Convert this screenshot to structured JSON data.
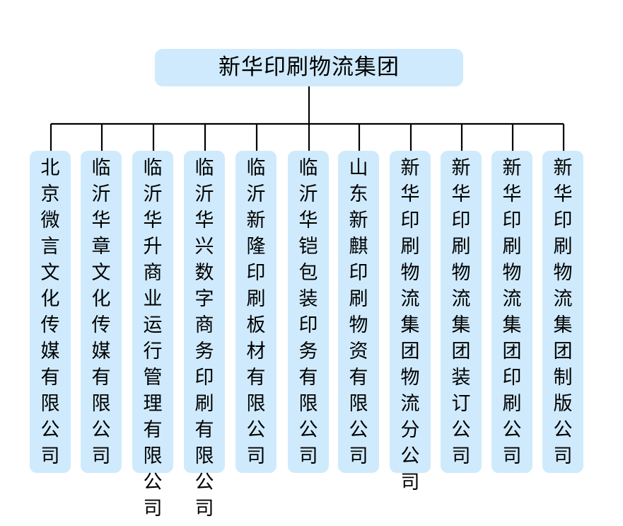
{
  "chart": {
    "type": "org-chart",
    "orientation": "top-down",
    "text_direction": "vertical-per-character",
    "node_fill_color": "#cfeafc",
    "connector_color": "#000000",
    "background_color": "#ffffff",
    "root": {
      "label": "新华印刷物流集团"
    },
    "children": [
      {
        "label": "北京微言文化传媒有限公司"
      },
      {
        "label": "临沂华章文化传媒有限公司"
      },
      {
        "label": "临沂华升商业运行管理有限公司"
      },
      {
        "label": "临沂华兴数字商务印刷有限公司"
      },
      {
        "label": "临沂新隆印刷板材有限公司"
      },
      {
        "label": "临沂华铠包装印务有限公司"
      },
      {
        "label": "山东新麒印刷物资有限公司"
      },
      {
        "label": "新华印刷物流集团物流分公司"
      },
      {
        "label": "新华印刷物流集团装订公司"
      },
      {
        "label": "新华印刷物流集团印刷公司"
      },
      {
        "label": "新华印刷物流集团制版公司"
      }
    ]
  }
}
